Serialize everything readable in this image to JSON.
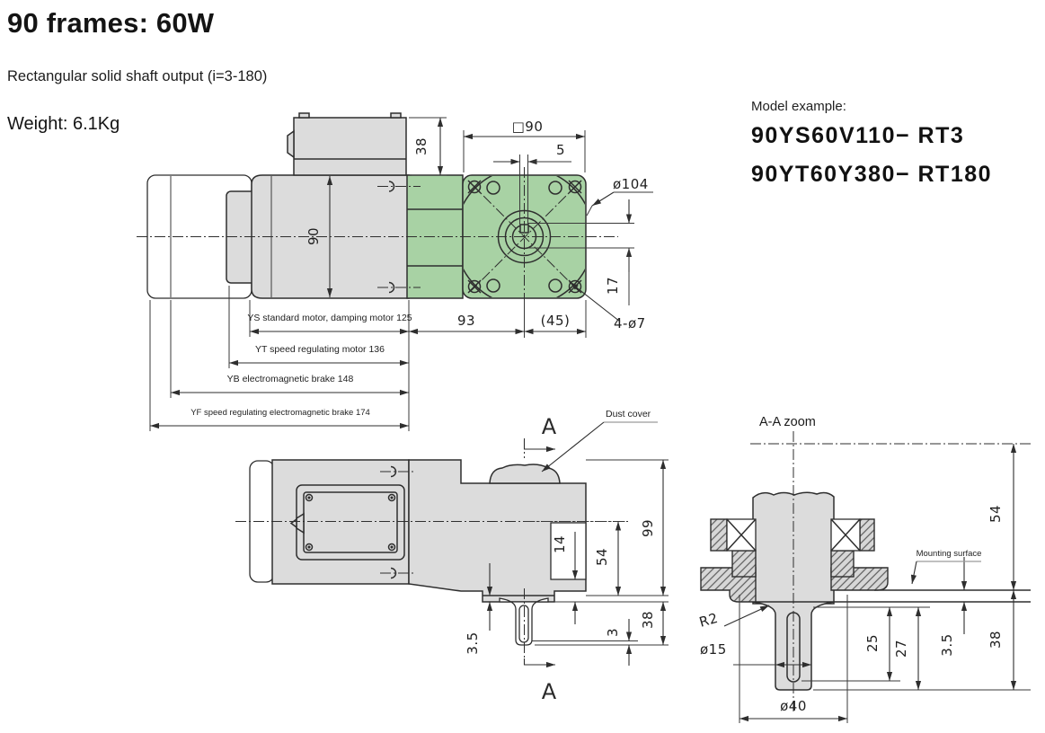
{
  "header": {
    "title": "90 frames: 60W",
    "subtitle": "Rectangular solid shaft output (i=3-180)",
    "weight": "Weight: 6.1Kg"
  },
  "model": {
    "label": "Model example:",
    "line1": "90YS60V110− RT3",
    "line2": "90YT60Y380− RT180"
  },
  "colors": {
    "gearbox_green": "#a8d2a4",
    "body_grey": "#dcdcdc",
    "line": "#2e2e2e"
  },
  "front_view": {
    "dim_38": "38",
    "dim_90": "90",
    "dim_square90": "□90",
    "dim_5": "5",
    "dim_d104": "ø104",
    "dim_17": "17",
    "dim_93": "93",
    "dim_45": "(45)",
    "dim_4d7": "4-ø7",
    "lengths": [
      {
        "label": "YS standard motor, damping motor 125"
      },
      {
        "label": "YT speed regulating motor 136"
      },
      {
        "label": "YB electromagnetic brake 148"
      },
      {
        "label": "YF speed regulating electromagnetic brake 174"
      }
    ]
  },
  "top_view": {
    "a_top": "A",
    "a_bottom": "A",
    "dust_cover": "Dust cover",
    "dim_14": "14",
    "dim_54": "54",
    "dim_99": "99",
    "dim_35": "3.5",
    "dim_3": "3",
    "dim_38": "38"
  },
  "section_view": {
    "title": "A-A zoom",
    "mounting_surface": "Mounting surface",
    "dim_54": "54",
    "dim_38": "38",
    "dim_35": "3.5",
    "dim_25": "25",
    "dim_27": "27",
    "r2": "R2",
    "d15": "ø15",
    "d40": "ø40"
  }
}
